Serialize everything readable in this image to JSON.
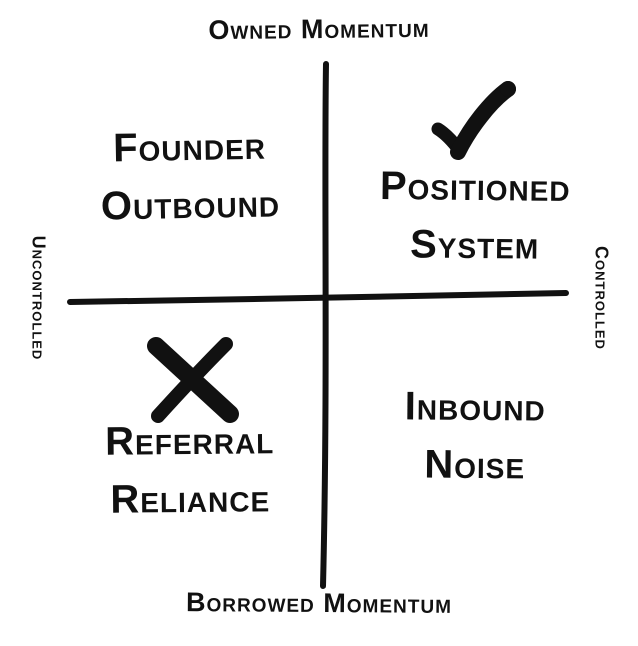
{
  "diagram": {
    "title_axis_top": "Owned Momentum",
    "title_axis_bottom": "Borrowed Momentum",
    "axis_left": "Uncontrolled",
    "axis_right": "Controlled",
    "quadrants": {
      "top_left": {
        "line1": "Founder",
        "line2": "Outbound"
      },
      "top_right": {
        "line1": "Positioned",
        "line2": "System",
        "icon": "checkmark-icon"
      },
      "bottom_left": {
        "line1": "Referral",
        "line2": "Reliance",
        "icon": "x-mark-icon"
      },
      "bottom_right": {
        "line1": "Inbound",
        "line2": "Noise"
      }
    },
    "colors": {
      "ink": "#111111",
      "background": "#ffffff"
    }
  }
}
